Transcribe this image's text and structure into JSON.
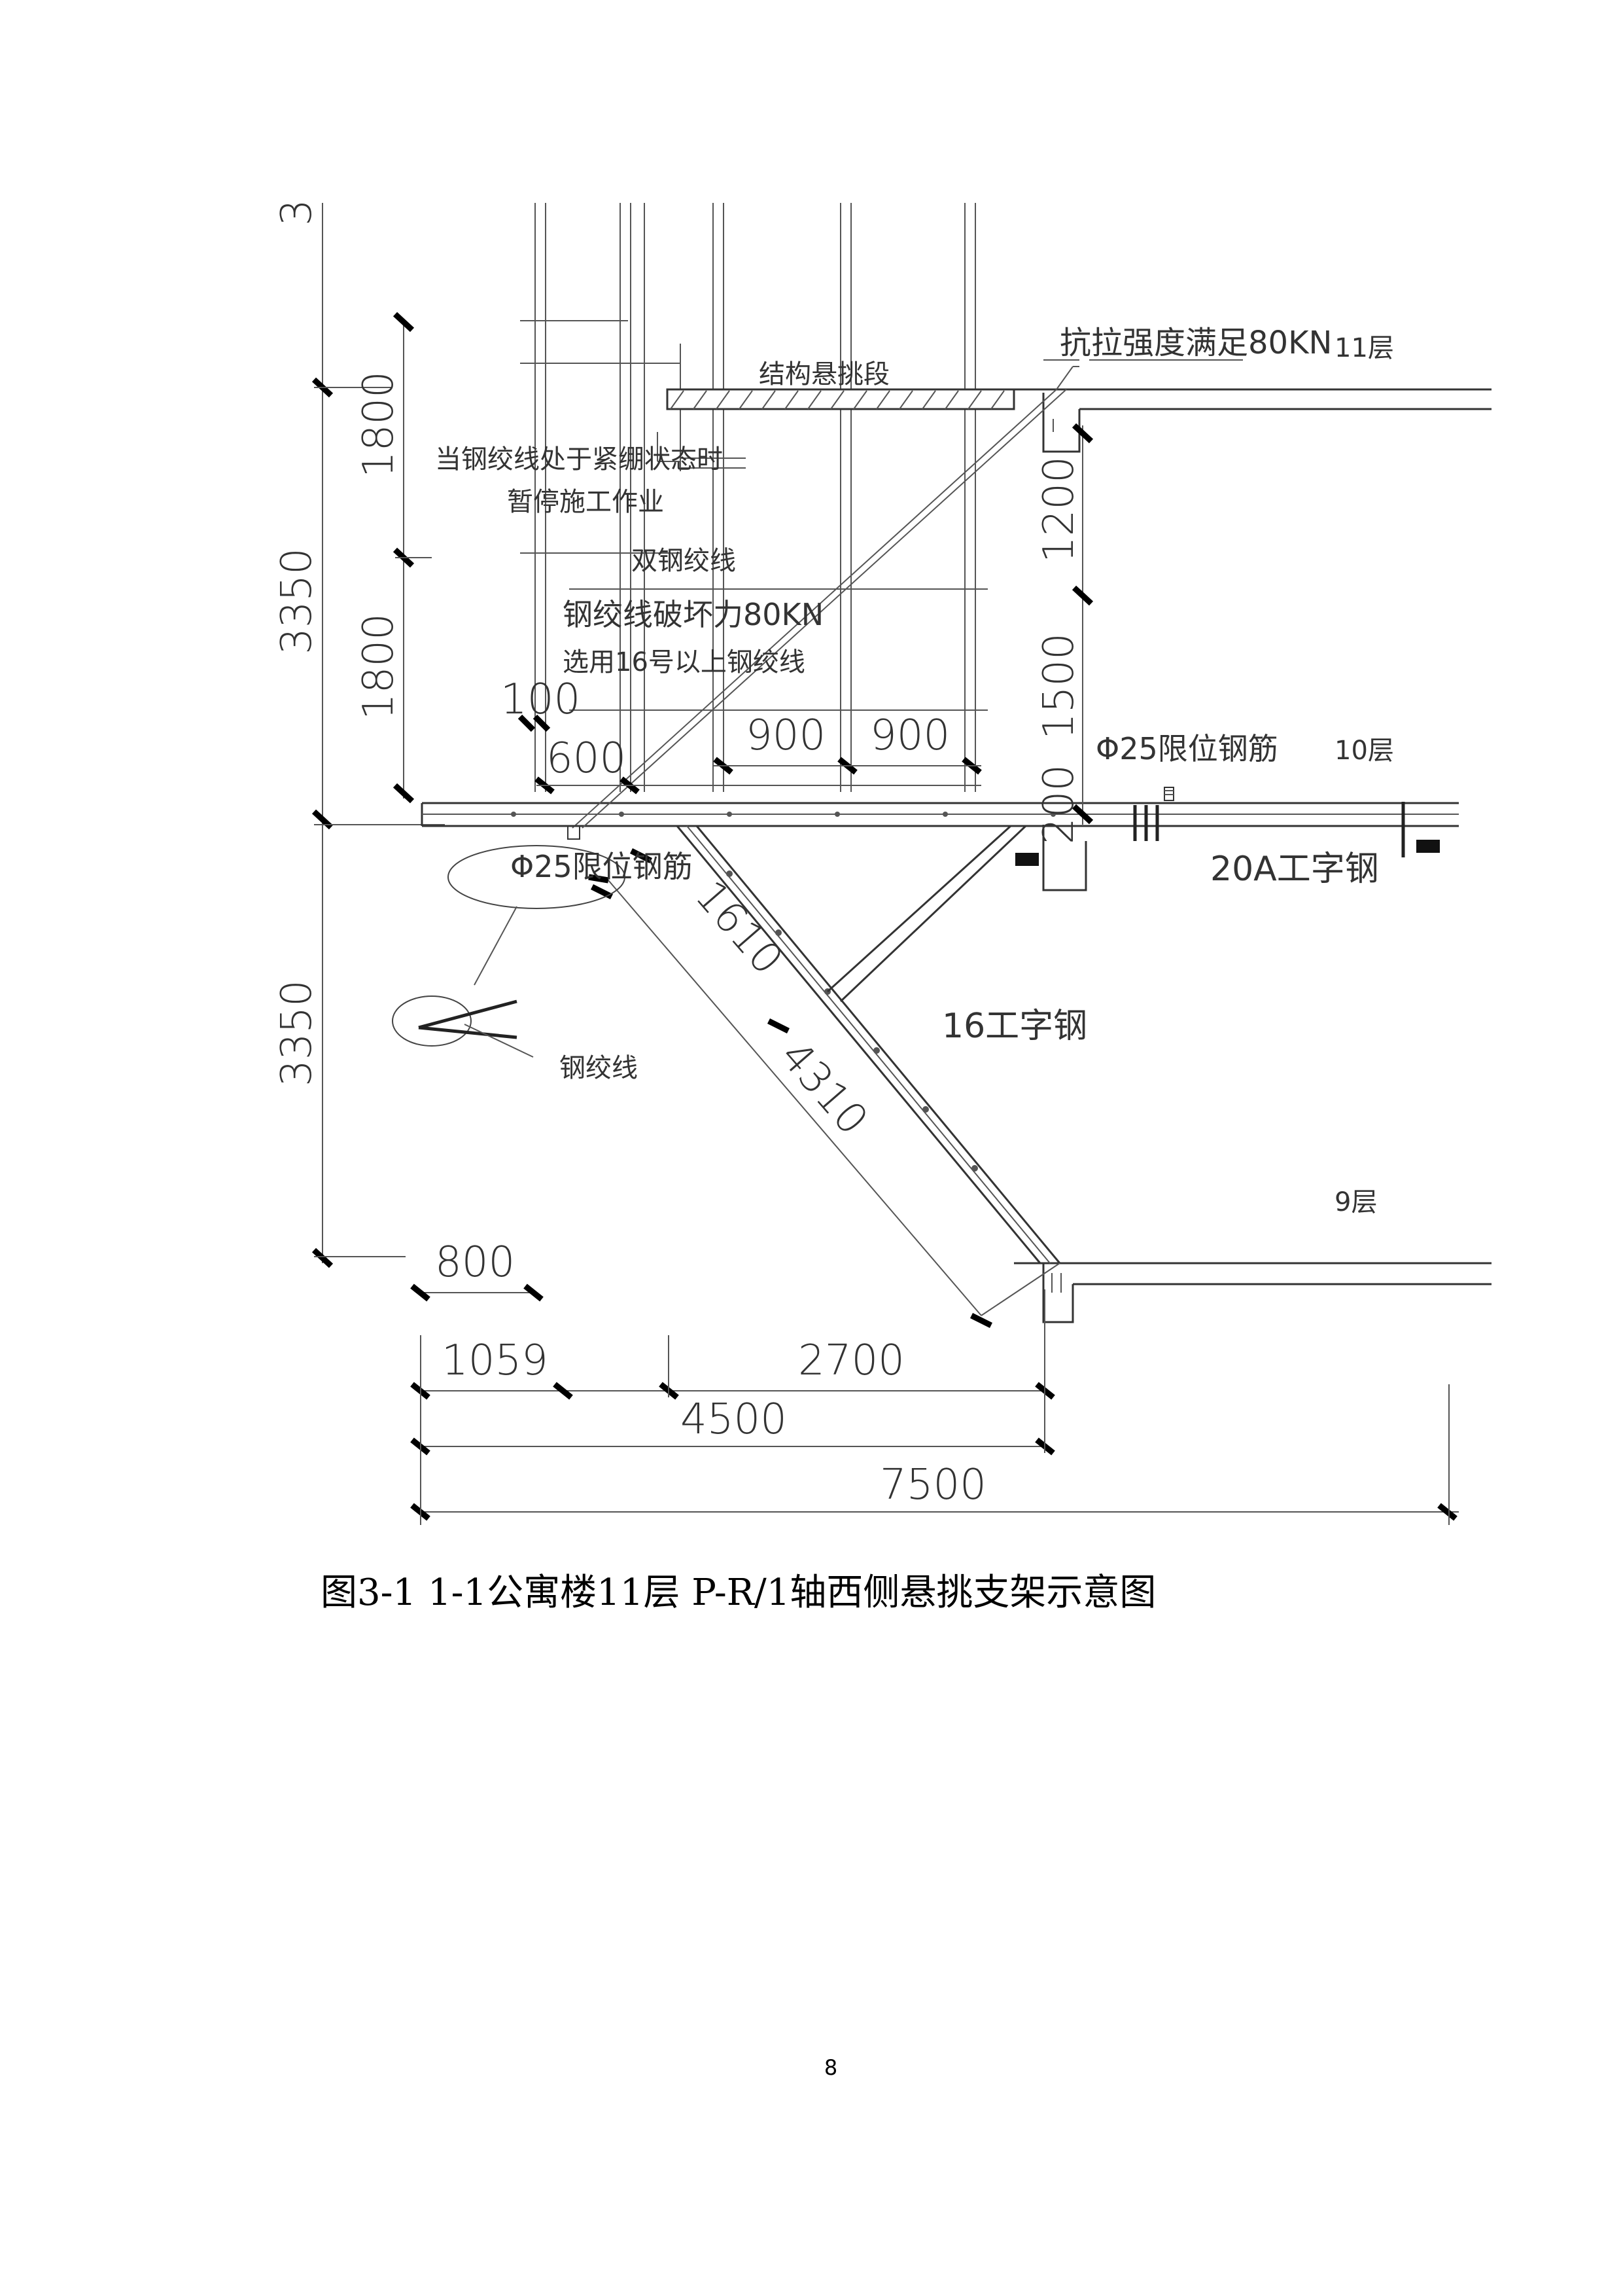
{
  "labels": {
    "top_dim_fragment": "3",
    "dim_1800_upper": "1800",
    "dim_1800_lower": "1800",
    "dim_3350_upper": "3350",
    "dim_3350_lower": "3350",
    "dim_1200": "1200",
    "dim_1500": "1500",
    "dim_200": "200",
    "dim_100": "100",
    "dim_600": "600",
    "dim_900_a": "900",
    "dim_900_b": "900",
    "dim_1610": "1610",
    "dim_4310": "4310",
    "dim_800": "800",
    "dim_1059": "1059",
    "dim_2700": "2700",
    "dim_4500": "4500",
    "dim_7500": "7500",
    "tensile": "抗拉强度满足80KN",
    "structure_cantilever": "结构悬挑段",
    "floor_11": "11层",
    "floor_10": "10层",
    "floor_9": "9层",
    "note_tension_1": "当钢绞线处于紧绷状态时",
    "note_tension_2": "暂停施工作业",
    "double_strand": "双钢绞线",
    "strand_break_1": "钢绞线破坏力80KN",
    "strand_break_2": "选用16号以上钢绞线",
    "limit_bar_right": "Φ25限位钢筋",
    "limit_bar_left": "Φ25限位钢筋",
    "beam_20a": "20A工字钢",
    "beam_16": "16工字钢",
    "strand": "钢绞线"
  },
  "caption": "图3-1 1-1公寓楼11层 P-R/1轴西侧悬挑支架示意图",
  "page_number": "8"
}
